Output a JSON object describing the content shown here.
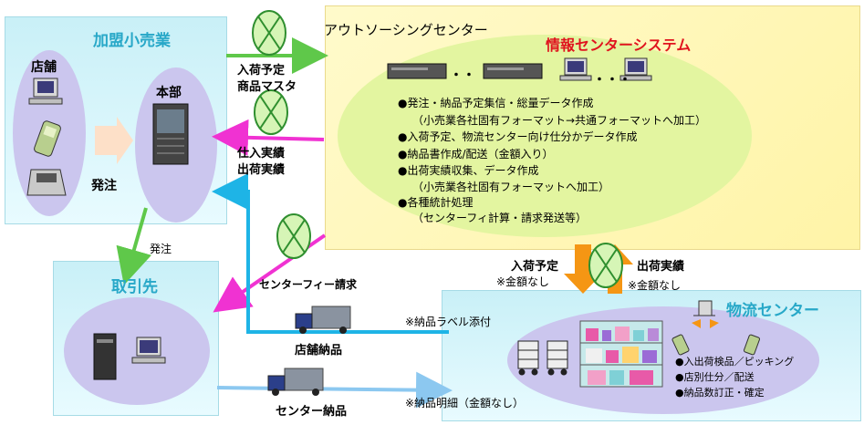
{
  "left_panel": {
    "title": "加盟小売業",
    "store_label": "店舗",
    "hq_label": "本部",
    "order_label": "発注"
  },
  "center_panel": {
    "title": "アウトソーシングセンター",
    "system_title": "情報センターシステム",
    "dots1": "・・",
    "dots2": "・・・",
    "bullets": [
      "●発注・納品予定集信・総量データ作成",
      "（小売業各社固有フォーマット→共通フォーマットへ加工）",
      "●入荷予定、物流センター向け仕分かデータ作成",
      "●納品書作成/配送（金額入り）",
      "●出荷実績収集、データ作成",
      "（小売業各社固有フォーマットへ加工）",
      "●各種統計処理",
      "（センターフィ計算・請求発送等）"
    ]
  },
  "flows": {
    "inbound_plan": [
      "入荷予定",
      "商品マスタ"
    ],
    "purchase_results": [
      "仕入実績",
      "出荷実績"
    ],
    "order_down": "発注",
    "center_fee": "センターフィー請求",
    "store_delivery": "店舗納品",
    "center_delivery": "センター納品",
    "label_note": "※納品ラベル添付",
    "detail_note": "※納品明細（金額なし）",
    "arrival_plan": "入荷予定",
    "arrival_note": "※金額なし",
    "shipping_results": "出荷実績",
    "shipping_note": "※金額なし"
  },
  "supplier_panel": {
    "title": "取引先"
  },
  "logistics_panel": {
    "title": "物流センター",
    "bullets": [
      "●入出荷検品／ピッキング",
      "●店別仕分／配送",
      "●納品数訂正・確定"
    ]
  },
  "colors": {
    "cyan_panel": "#c9f0f7",
    "yellow_panel": "#fff4a7",
    "green_ellipse": "#e3f5a0",
    "lavender": "#c9c3ee",
    "green_arrow": "#5fc84a",
    "magenta_arrow": "#f032d2",
    "cyan_arrow": "#1eb4e6",
    "light_blue_arrow": "#8cc8f0",
    "orange_arrow": "#f59614"
  },
  "icons": [
    "prohibited-circle-icon",
    "server-icon",
    "computer-icon",
    "handheld-terminal-icon",
    "truck-icon",
    "shelf-icon",
    "cart-icon",
    "scanner-icon"
  ]
}
